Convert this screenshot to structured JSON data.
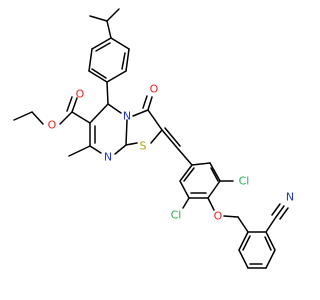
{
  "molecule": {
    "colors": {
      "bond": "#000000",
      "O": "#e8231f",
      "N": "#1f35d6",
      "S": "#b7a300",
      "Cl": "#20b14a"
    },
    "atoms": {
      "o_ester": "O",
      "o_carbonyl_ester": "O",
      "o_ketone": "O",
      "n_ring": "N",
      "n_imine": "N",
      "s_ring": "S",
      "cl_upper": "Cl",
      "cl_lower": "Cl",
      "o_ether": "O",
      "n_nitrile": "N"
    }
  }
}
